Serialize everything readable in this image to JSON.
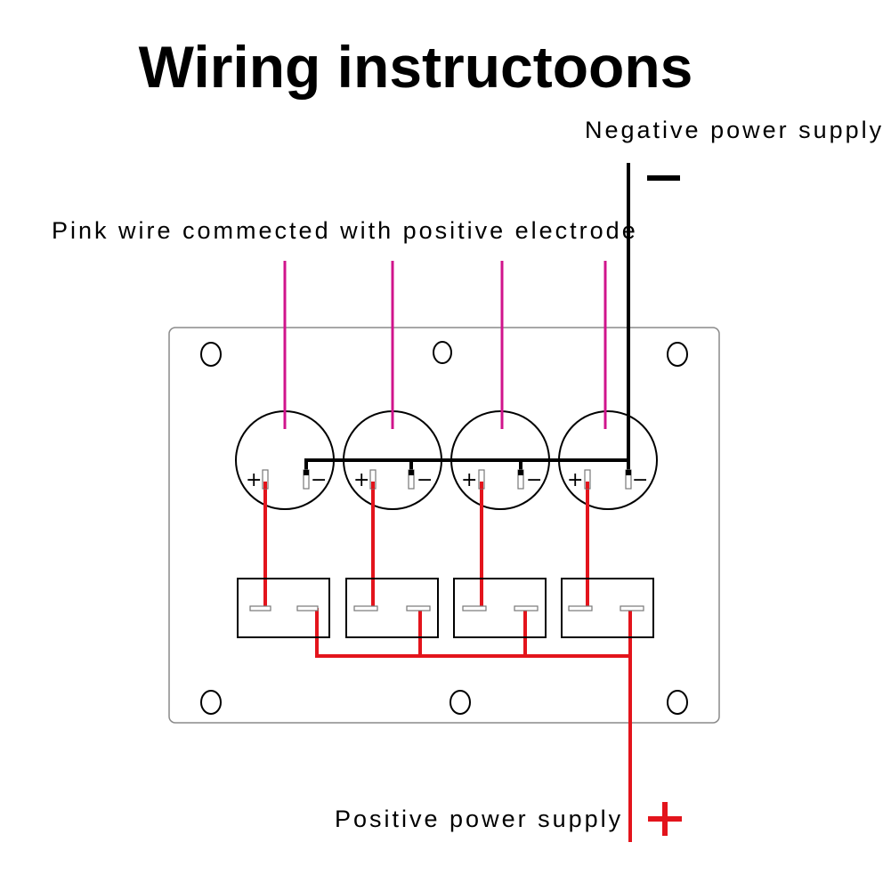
{
  "title": "Wiring instructoons",
  "labels": {
    "negative_supply": "Negative power supply",
    "pink_wire_note": "Pink wire commected with positive electrode",
    "positive_supply": "Positive power supply"
  },
  "symbols": {
    "negative": "−",
    "positive": "+",
    "terminal_plus": "+",
    "terminal_minus": "−"
  },
  "colors": {
    "pink_wire": "#d0148c",
    "red_wire": "#e3141c",
    "black_wire": "#000000",
    "panel_border": "#8a8a8a"
  },
  "lamps": [
    {
      "id": 1,
      "plus": "+",
      "minus": "−"
    },
    {
      "id": 2,
      "plus": "+",
      "minus": "−"
    },
    {
      "id": 3,
      "plus": "+",
      "minus": "−"
    },
    {
      "id": 4,
      "plus": "+",
      "minus": "−"
    }
  ],
  "switches": [
    {
      "id": 1
    },
    {
      "id": 2
    },
    {
      "id": 3
    },
    {
      "id": 4
    }
  ]
}
